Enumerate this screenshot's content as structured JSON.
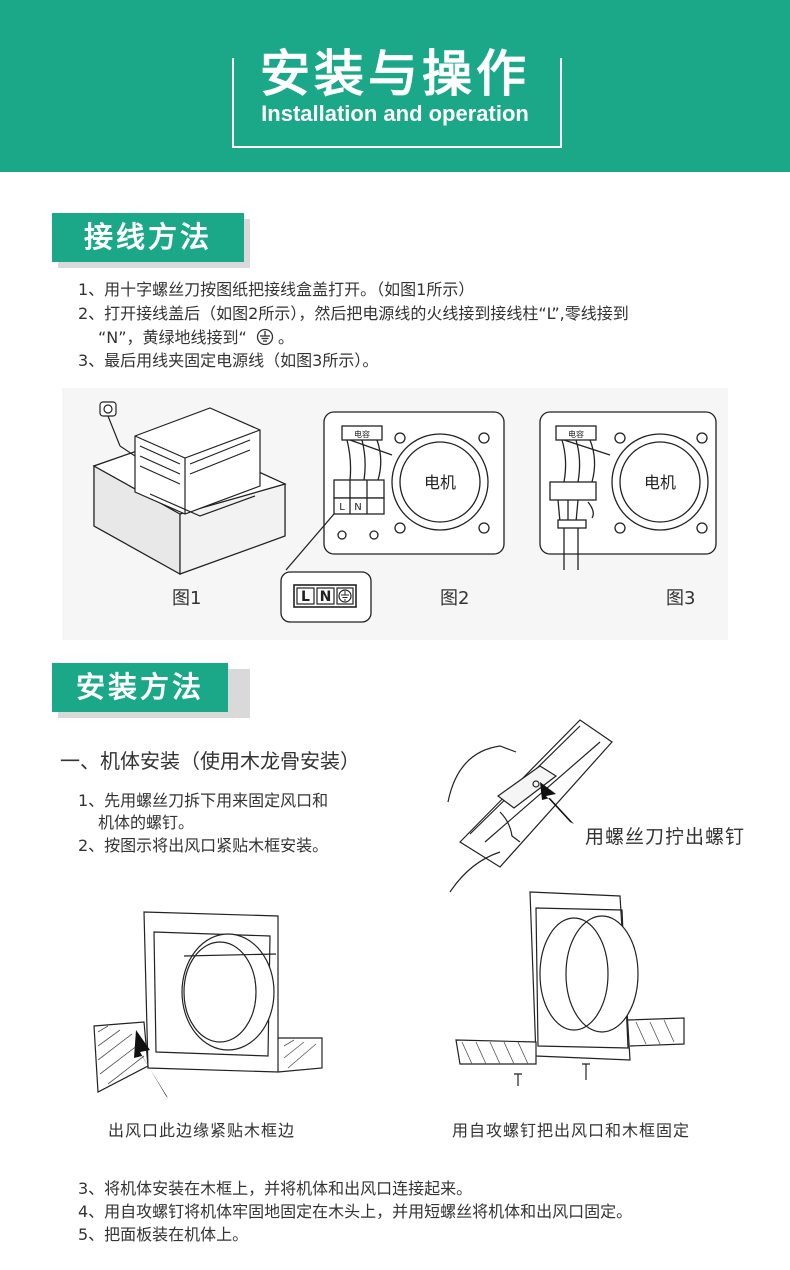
{
  "header": {
    "title": "安装与操作",
    "subtitle": "Installation and operation"
  },
  "wiring": {
    "section_title": "接线方法",
    "steps": [
      "1、用十字螺丝刀按图纸把接线盒盖打开。（如图1所示）",
      "2、打开接线盖后（如图2所示），然后把电源线的火线接到接线柱“L”,零线接到",
      "“N”，黄绿地线接到“",
      "3、最后用线夹固定电源线（如图3所示）。"
    ],
    "ground_suffix": "。",
    "figures": {
      "fig1_caption": "图1",
      "fig2_caption": "图2",
      "fig3_caption": "图3",
      "capacitor_label": "电容",
      "motor_label": "电机",
      "terminal_l": "L",
      "terminal_n": "N"
    }
  },
  "install": {
    "section_title": "安装方法",
    "subheading": "一、机体安装（使用木龙骨安装）",
    "steps_a": [
      "1、先用螺丝刀拆下用来固定风口和",
      "机体的螺钉。",
      "2、按图示将出风口紧贴木框安装。"
    ],
    "screw_note": "用螺丝刀拧出螺钉",
    "caption_left": "出风口此边缘紧贴木框边",
    "caption_right": "用自攻螺钉把出风口和木框固定",
    "steps_b": [
      "3、将机体安装在木框上，并将机体和出风口连接起来。",
      "4、用自攻螺钉将机体牢固地固定在木头上，并用短螺丝将机体和出风口固定。",
      "5、把面板装在机体上。"
    ]
  },
  "colors": {
    "brand_green": "#1ba888",
    "text": "#333333"
  }
}
